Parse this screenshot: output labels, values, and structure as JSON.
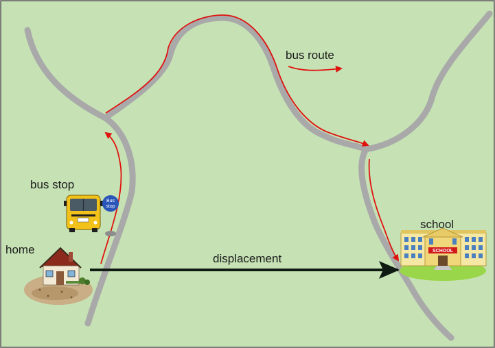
{
  "labels": {
    "bus_route": "bus route",
    "bus_stop": "bus stop",
    "home": "home",
    "displacement": "displacement",
    "school": "school"
  },
  "sign": {
    "line1": "Bus",
    "line2": "stop"
  },
  "school_sign": "SCHOOL",
  "colors": {
    "background": "#c6e2b5",
    "road": "#a9a9a9",
    "bus_route_arrow": "#e0120e",
    "displacement_arrow": "#0e1a12",
    "bus_body": "#f2c21a",
    "bus_stop_sign": "#2a55b8",
    "school_lawn": "#9ad64a"
  },
  "icons": [
    "house-icon",
    "school-bus-icon",
    "bus-stop-sign-icon",
    "school-building-icon"
  ]
}
